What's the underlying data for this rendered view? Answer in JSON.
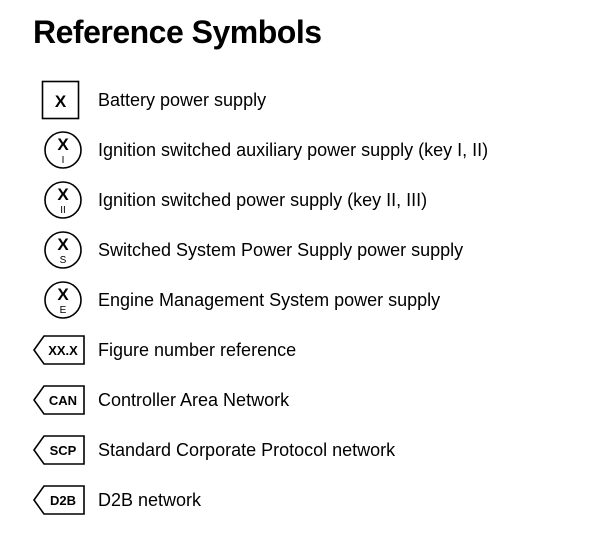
{
  "title": "Reference Symbols",
  "symbols": [
    {
      "kind": "box",
      "code": "X",
      "label": "Battery power supply",
      "icon": "battery-supply-box-icon"
    },
    {
      "kind": "circle",
      "code": "X",
      "sub": "I",
      "label": "Ignition switched auxiliary power supply (key I, II)",
      "icon": "ignition-auxiliary-circle-icon"
    },
    {
      "kind": "circle",
      "code": "X",
      "sub": "II",
      "label": "Ignition switched power supply (key II, III)",
      "icon": "ignition-switched-circle-icon"
    },
    {
      "kind": "circle",
      "code": "X",
      "sub": "S",
      "label": "Switched System Power Supply power supply",
      "icon": "switched-system-circle-icon"
    },
    {
      "kind": "circle",
      "code": "X",
      "sub": "E",
      "label": "Engine Management System power supply",
      "icon": "engine-management-circle-icon"
    },
    {
      "kind": "tag",
      "code": "XX.X",
      "label": "Figure number reference",
      "icon": "figure-reference-tag-icon"
    },
    {
      "kind": "tag",
      "code": "CAN",
      "label": "Controller Area Network",
      "icon": "can-network-tag-icon"
    },
    {
      "kind": "tag",
      "code": "SCP",
      "label": "Standard Corporate Protocol network",
      "icon": "scp-network-tag-icon"
    },
    {
      "kind": "tag",
      "code": "D2B",
      "label": "D2B network",
      "icon": "d2b-network-tag-icon"
    }
  ]
}
